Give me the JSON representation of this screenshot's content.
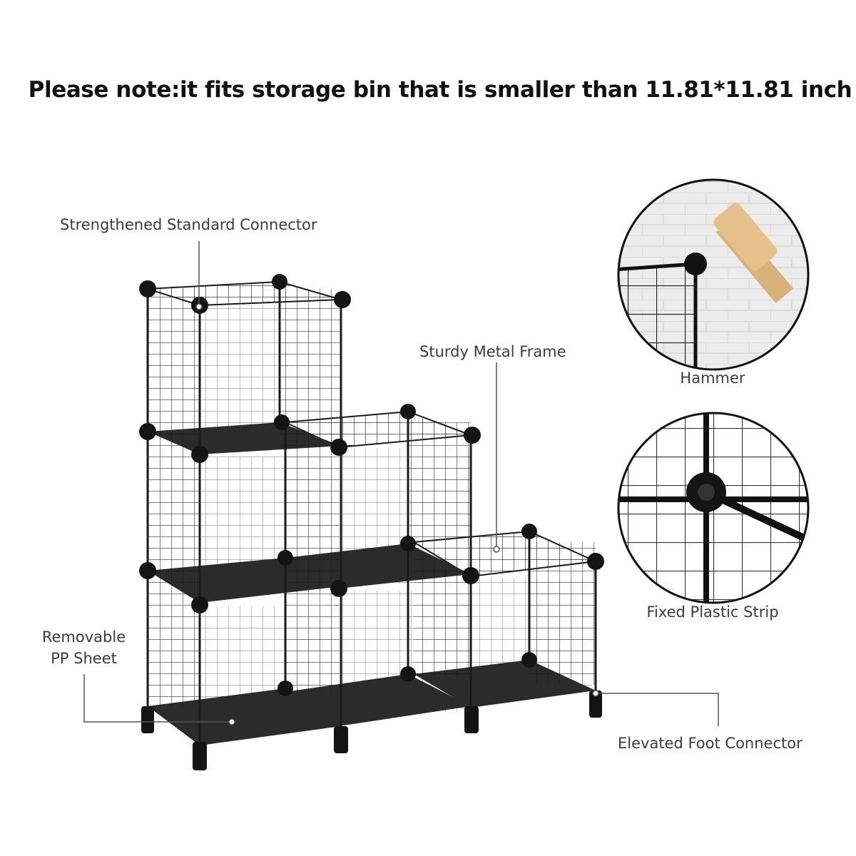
{
  "headline": "Please note:it fits storage bin that is smaller than 11.81*11.81 inch",
  "callouts": {
    "strengthened_connector": "Strengthened Standard Connector",
    "sturdy_frame": "Sturdy Metal Frame",
    "removable_sheet_line1": "Removable",
    "removable_sheet_line2": "PP Sheet",
    "elevated_foot": "Elevated Foot Connector"
  },
  "detail_views": {
    "hammer": "Hammer",
    "plastic_strip": "Fixed Plastic Strip"
  },
  "colors": {
    "headline": "#111111",
    "label": "#3c3c3c",
    "frame": "#1a1a1a",
    "panel": "#2b2b2b",
    "connector": "#141414",
    "leader_line": "#555555"
  }
}
